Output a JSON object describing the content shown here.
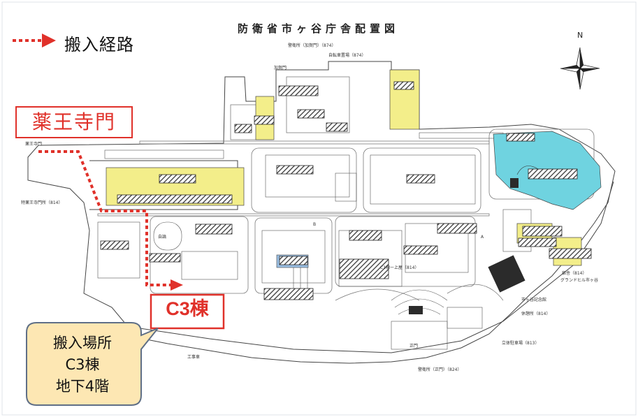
{
  "legend": {
    "label": "搬入経路",
    "route_color": "#e0312a"
  },
  "map": {
    "title": "防衛省市ヶ谷庁舎配置図",
    "north_label": "N",
    "colors": {
      "yellow_building": "#f3ee8a",
      "cyan_garden": "#6fd3e0",
      "blue_block": "#9bbfe3",
      "hatched": "#444444"
    }
  },
  "gate": {
    "label": "薬王寺門"
  },
  "building_c3": {
    "label": "C3棟"
  },
  "callout": {
    "line1": "搬入場所",
    "line2": "C3棟",
    "line3": "地下4階",
    "fill": "#fde7b3",
    "border": "#5f6f86"
  },
  "small_labels": {
    "guard_north": "警衛所（加賀門）（874）",
    "bike_parking": "自転車置場（874）",
    "kaga_gate": "加賀門",
    "yakuoji_small": "薬王寺門",
    "special_gate": "特薬王寺門所（814）",
    "jiron": "自論",
    "seimon": "正門",
    "guard_main": "警衛所（正門）（824）",
    "koji": "工事車",
    "parking": "立体駐車場（813）",
    "c1_roof": "C1棟ー上屋（814）",
    "ichigaya_hall": "市ヶ谷記念館",
    "rest": "休憩所（814）",
    "grand_hill": "グランドヒル市ヶ谷",
    "lodging": "宿舎（814）",
    "gate_a": "A",
    "gate_b": "B"
  }
}
